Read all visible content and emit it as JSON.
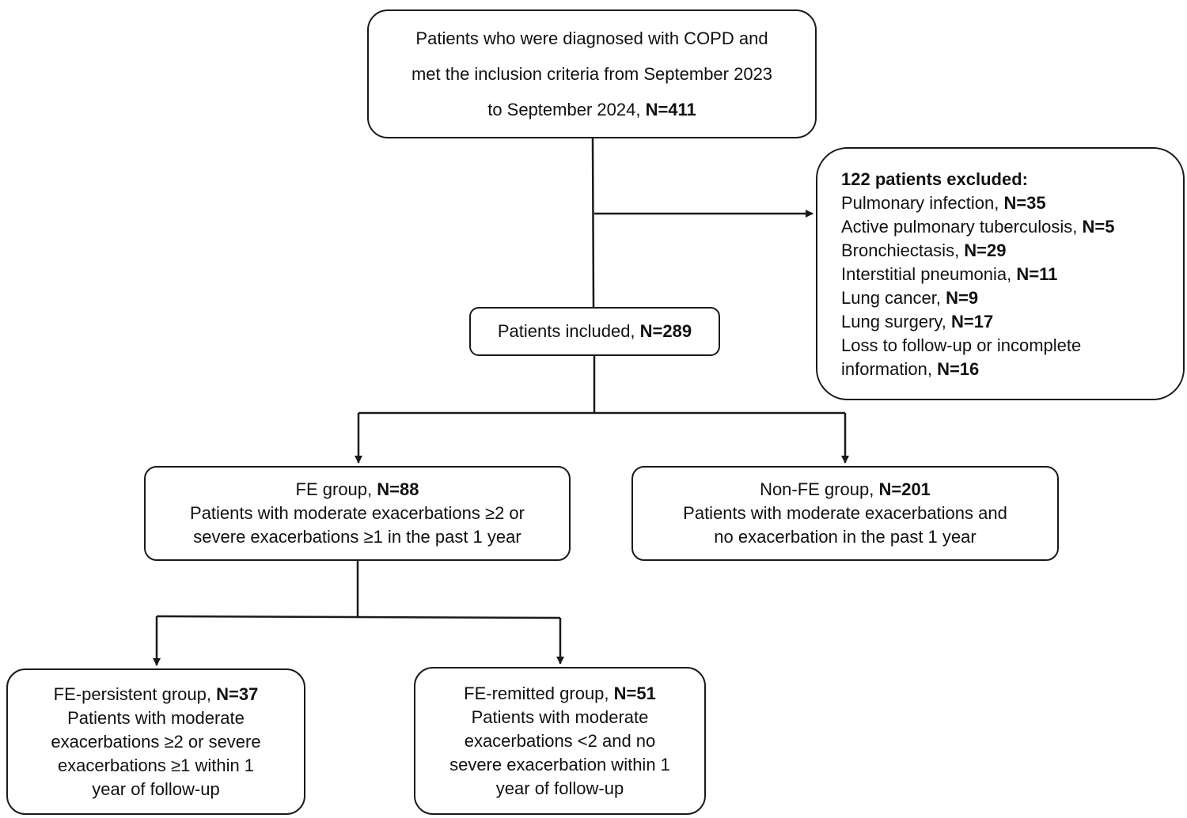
{
  "screened": {
    "lines": [
      "Patients who were diagnosed with COPD and",
      "met the inclusion criteria from September 2023"
    ],
    "last_line_text": "to September 2024, ",
    "n": "N=411"
  },
  "excluded": {
    "title": "122 patients excluded:",
    "items": [
      {
        "label": "Pulmonary infection, ",
        "n": "N=35"
      },
      {
        "label": "Active pulmonary tuberculosis, ",
        "n": "N=5"
      },
      {
        "label": "Bronchiectasis, ",
        "n": "N=29"
      },
      {
        "label": "Interstitial pneumonia, ",
        "n": "N=11"
      },
      {
        "label": "Lung cancer, ",
        "n": "N=9"
      },
      {
        "label": "Lung surgery, ",
        "n": "N=17"
      }
    ],
    "last_item_line1": "Loss to follow-up or incomplete",
    "last_item_line2": "information, ",
    "last_item_n": "N=16"
  },
  "included": {
    "label": "Patients included, ",
    "n": "N=289"
  },
  "fe": {
    "title": "FE group, ",
    "n": "N=88",
    "desc": [
      "Patients with moderate exacerbations  ≥2 or",
      "severe exacerbations  ≥1 in the past 1 year"
    ]
  },
  "nonfe": {
    "title": "Non-FE group, ",
    "n": "N=201",
    "desc": [
      "Patients with moderate exacerbations and",
      "no exacerbation in the past 1 year"
    ]
  },
  "persistent": {
    "title": "FE-persistent group, ",
    "n": "N=37",
    "desc": [
      "Patients with moderate",
      "exacerbations ≥2 or severe",
      "exacerbations ≥1 within 1",
      "year of follow-up"
    ]
  },
  "remitted": {
    "title": "FE-remitted group, ",
    "n": "N=51",
    "desc": [
      "Patients with moderate",
      "exacerbations <2 and no",
      "severe exacerbation within 1",
      "year of follow-up"
    ]
  }
}
